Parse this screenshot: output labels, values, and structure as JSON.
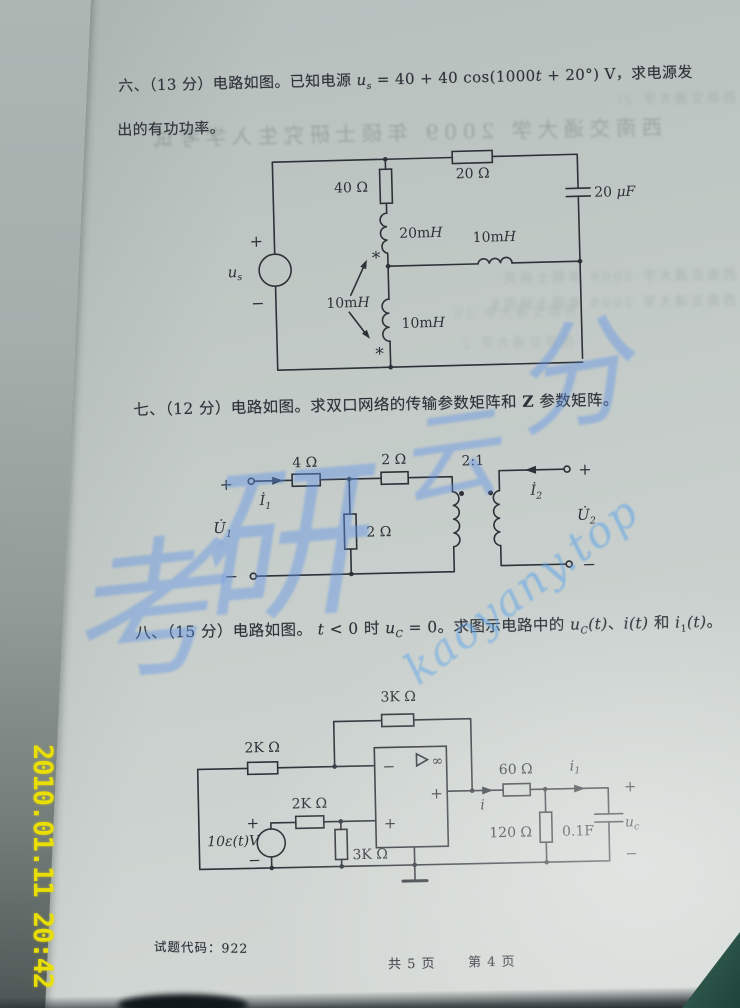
{
  "meta": {
    "ink_color": "#2e3138",
    "page_color": "#c6cdc9",
    "timestamp_color": "#eadf05",
    "watermark_color": "#5e93ea"
  },
  "timestamp": "2010.01.11 20:42",
  "watermark": {
    "site": "kaoyany.top",
    "char1": "考",
    "char2": "研",
    "char3": "云",
    "char4": "分"
  },
  "ghost": {
    "headline": "西南交通大学 2009 年硕士研究生入学考试"
  },
  "problems": {
    "p6": {
      "segments": [
        {
          "t": "六、（13 分）电路如图。已知电源 ",
          "s": "n"
        },
        {
          "t": "u",
          "s": "i"
        },
        {
          "t": "s",
          "s": "subi"
        },
        {
          "t": " = 40 + 40 cos(1000",
          "s": "n"
        },
        {
          "t": "t",
          "s": "i"
        },
        {
          "t": " + 20°) V，求电源发",
          "s": "n"
        }
      ],
      "line2": "出的有功功率。"
    },
    "p7": {
      "segments": [
        {
          "t": "七、（12 分）电路如图。求双口网络的传输参数矩阵和 ",
          "s": "n"
        },
        {
          "t": "Z",
          "s": "b"
        },
        {
          "t": " 参数矩阵。",
          "s": "n"
        }
      ]
    },
    "p8": {
      "segments": [
        {
          "t": "八、（15 分）电路如图。 ",
          "s": "n"
        },
        {
          "t": "t",
          "s": "i"
        },
        {
          "t": " < 0 时 ",
          "s": "n"
        },
        {
          "t": "u",
          "s": "i"
        },
        {
          "t": "C",
          "s": "subi"
        },
        {
          "t": " = 0。求图示电路中的 ",
          "s": "n"
        },
        {
          "t": "u",
          "s": "i"
        },
        {
          "t": "C",
          "s": "subi"
        },
        {
          "t": "(t)",
          "s": "i"
        },
        {
          "t": "、",
          "s": "n"
        },
        {
          "t": "i",
          "s": "i"
        },
        {
          "t": "(t)",
          "s": "i"
        },
        {
          "t": " 和 ",
          "s": "n"
        },
        {
          "t": "i",
          "s": "i"
        },
        {
          "t": "1",
          "s": "sub"
        },
        {
          "t": "(t)",
          "s": "i"
        },
        {
          "t": "。",
          "s": "n"
        }
      ]
    }
  },
  "circuit1": {
    "r40": "40 Ω",
    "r20": "20 Ω",
    "cap": "20 ",
    "capunit": "μF",
    "ind20": "20m",
    "ind10mid": "10m",
    "ind10low": "10m",
    "mutual": "10m",
    "H": "H",
    "us": "u",
    "ussub": "s",
    "plus": "+",
    "minus": "−",
    "star": "*"
  },
  "circuit2": {
    "r4": "4 Ω",
    "r2series": "2 Ω",
    "r2shunt": "2 Ω",
    "ratio": "2:1",
    "I": "İ",
    "U": "U̇",
    "one": "1",
    "two": "2",
    "plus": "+",
    "minus": "−"
  },
  "circuit3": {
    "r3ktop": "3K Ω",
    "r2ktop": "2K Ω",
    "r2kmid": "2K Ω",
    "r3kmid": "3K Ω",
    "r60": "60 Ω",
    "r120": "120 Ω",
    "cap": "0.1F",
    "source": "10ε(t)V",
    "i": "i",
    "one": "1",
    "u": "u",
    "subc": "c",
    "inf": "∞",
    "plus": "+",
    "minus": "−"
  },
  "footer": {
    "code": "试题代码：922",
    "total": "共 5 页",
    "current": "第 4 页"
  }
}
